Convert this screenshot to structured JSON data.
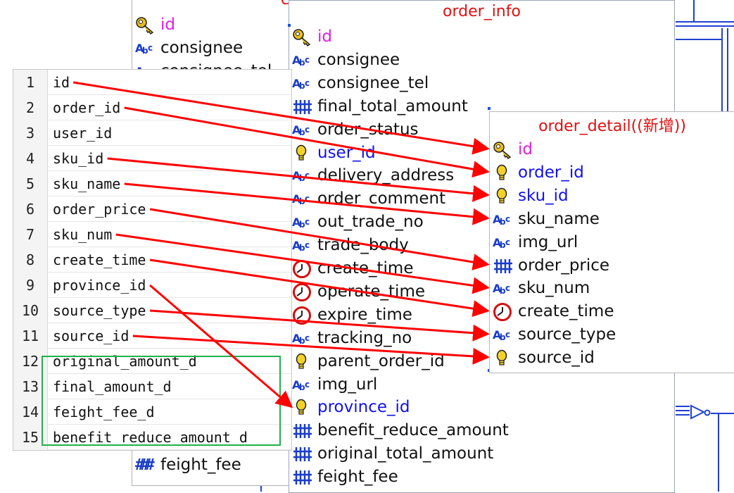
{
  "back_entity": {
    "title_fragment": "c",
    "fields": [
      {
        "name": "id",
        "kind": "pk",
        "icon": "key-icon"
      },
      {
        "name": "consignee",
        "kind": "text",
        "icon": "abc-icon"
      },
      {
        "name": "consignee_tel",
        "kind": "text",
        "icon": "abc-icon"
      }
    ],
    "bottom_field": {
      "name": "feight_fee",
      "kind": "number",
      "icon": "hash-icon"
    }
  },
  "order_info": {
    "title": "order_info",
    "fields": [
      {
        "name": "id",
        "kind": "pk",
        "icon": "key-icon"
      },
      {
        "name": "consignee",
        "kind": "text",
        "icon": "abc-icon"
      },
      {
        "name": "consignee_tel",
        "kind": "text",
        "icon": "abc-icon"
      },
      {
        "name": "final_total_amount",
        "kind": "number",
        "icon": "hash-icon"
      },
      {
        "name": "order_status",
        "kind": "text",
        "icon": "abc-icon"
      },
      {
        "name": "user_id",
        "kind": "fk",
        "icon": "bulb-icon"
      },
      {
        "name": "delivery_address",
        "kind": "text",
        "icon": "abc-icon"
      },
      {
        "name": "order_comment",
        "kind": "text",
        "icon": "abc-icon"
      },
      {
        "name": "out_trade_no",
        "kind": "text",
        "icon": "abc-icon"
      },
      {
        "name": "trade_body",
        "kind": "text",
        "icon": "abc-icon"
      },
      {
        "name": "create_time",
        "kind": "time",
        "icon": "clock-icon"
      },
      {
        "name": "operate_time",
        "kind": "time",
        "icon": "clock-icon"
      },
      {
        "name": "expire_time",
        "kind": "time",
        "icon": "clock-icon"
      },
      {
        "name": "tracking_no",
        "kind": "text",
        "icon": "abc-icon"
      },
      {
        "name": "parent_order_id",
        "kind": "plainfk",
        "icon": "bulb-icon"
      },
      {
        "name": "img_url",
        "kind": "text",
        "icon": "abc-icon"
      },
      {
        "name": "province_id",
        "kind": "fk",
        "icon": "bulb-icon"
      },
      {
        "name": "benefit_reduce_amount",
        "kind": "number",
        "icon": "hash-icon"
      },
      {
        "name": "original_total_amount",
        "kind": "number",
        "icon": "hash-icon"
      },
      {
        "name": "feight_fee",
        "kind": "number",
        "icon": "hash-icon"
      }
    ]
  },
  "order_detail": {
    "title": "order_detail((新增))",
    "fields": [
      {
        "name": "id",
        "kind": "pk",
        "icon": "key-icon"
      },
      {
        "name": "order_id",
        "kind": "fk",
        "icon": "bulb-icon"
      },
      {
        "name": "sku_id",
        "kind": "fk",
        "icon": "bulb-icon"
      },
      {
        "name": "sku_name",
        "kind": "text",
        "icon": "abc-icon"
      },
      {
        "name": "img_url",
        "kind": "text",
        "icon": "abc-icon"
      },
      {
        "name": "order_price",
        "kind": "number",
        "icon": "hash-icon"
      },
      {
        "name": "sku_num",
        "kind": "text",
        "icon": "abc-icon"
      },
      {
        "name": "create_time",
        "kind": "time",
        "icon": "clock-icon"
      },
      {
        "name": "source_type",
        "kind": "text",
        "icon": "abc-icon"
      },
      {
        "name": "source_id",
        "kind": "plainfk",
        "icon": "bulb-icon"
      }
    ]
  },
  "field_list": [
    {
      "num": "1",
      "name": "id"
    },
    {
      "num": "2",
      "name": "order_id"
    },
    {
      "num": "3",
      "name": "user_id"
    },
    {
      "num": "4",
      "name": "sku_id"
    },
    {
      "num": "5",
      "name": "sku_name"
    },
    {
      "num": "6",
      "name": "order_price"
    },
    {
      "num": "7",
      "name": "sku_num"
    },
    {
      "num": "8",
      "name": "create_time"
    },
    {
      "num": "9",
      "name": "province_id"
    },
    {
      "num": "10",
      "name": "source_type"
    },
    {
      "num": "11",
      "name": "source_id"
    },
    {
      "num": "12",
      "name": "original_amount_d"
    },
    {
      "num": "13",
      "name": "final_amount_d"
    },
    {
      "num": "14",
      "name": "feight_fee_d"
    },
    {
      "num": "15",
      "name": "benefit_reduce_amount_d"
    }
  ],
  "colors": {
    "arrow": "#ff0000",
    "title": "#e01010",
    "pk_text": "#e020e0",
    "fk_text": "#1010f0",
    "icon_blue": "#1a3cc8",
    "highlight_box": "#22b14c"
  },
  "mappings": [
    {
      "from": "id",
      "to": "order_detail.id"
    },
    {
      "from": "order_id",
      "to": "order_detail.order_id"
    },
    {
      "from": "sku_id",
      "to": "order_detail.sku_id"
    },
    {
      "from": "sku_name",
      "to": "order_detail.sku_name"
    },
    {
      "from": "order_price",
      "to": "order_detail.order_price"
    },
    {
      "from": "sku_num",
      "to": "order_detail.sku_num"
    },
    {
      "from": "create_time",
      "to": "order_detail.create_time"
    },
    {
      "from": "province_id",
      "to": "order_info.province_id"
    },
    {
      "from": "source_type",
      "to": "order_detail.source_type"
    },
    {
      "from": "source_id",
      "to": "order_detail.source_id"
    }
  ]
}
